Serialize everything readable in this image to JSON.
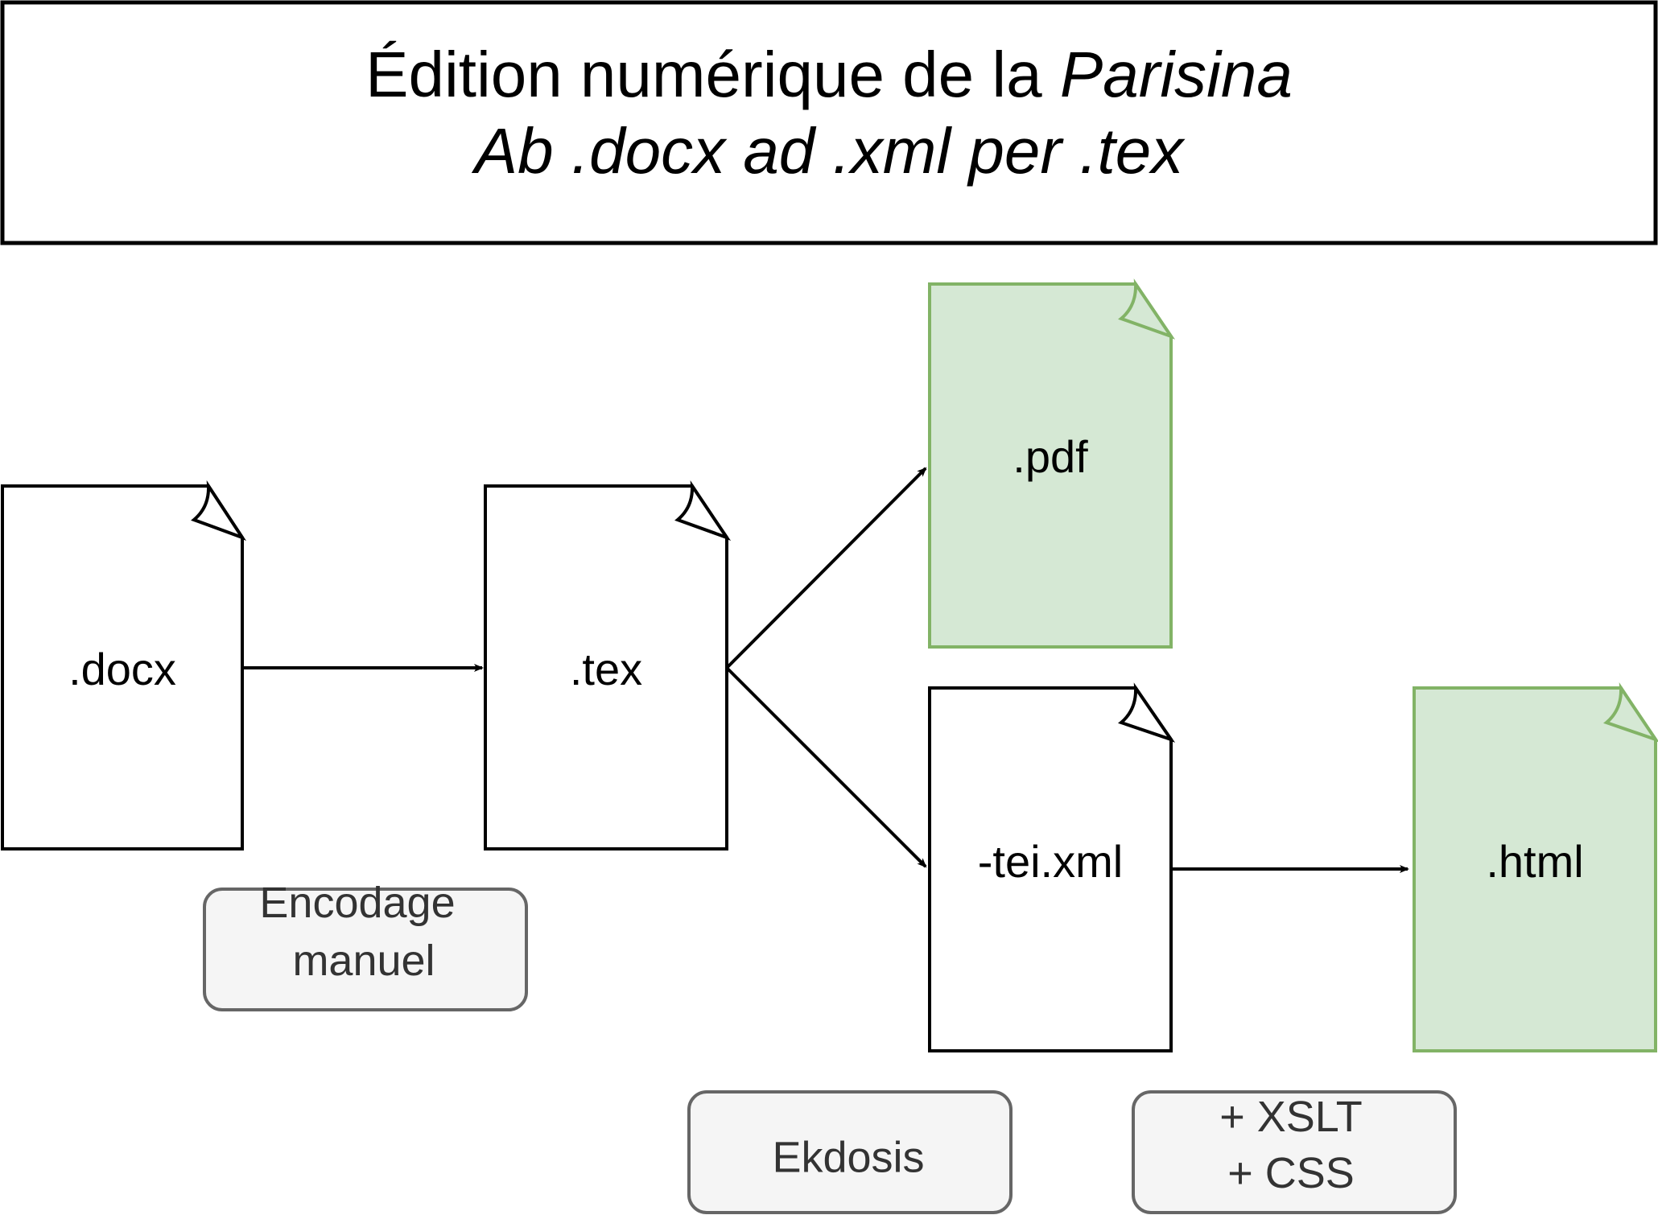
{
  "title": {
    "line1_main": "Édition numérique de la ",
    "line1_italic": "Parisina",
    "line2": "Ab .docx ad .xml per .tex"
  },
  "documents": {
    "docx": ".docx",
    "tex": ".tex",
    "pdf": ".pdf",
    "teixml": "-tei.xml",
    "html": ".html"
  },
  "labels": {
    "encodage_line1": "Encodage",
    "encodage_line2": "manuel",
    "ekdosis": "Ekdosis",
    "xslt_line1": "+ XSLT",
    "xslt_line2": "+ CSS"
  },
  "colors": {
    "output_fill": "#d5e8d4",
    "output_stroke": "#82b366",
    "label_fill": "#f5f5f5",
    "label_stroke": "#666666",
    "label_text": "#333333",
    "stroke": "#000000"
  }
}
